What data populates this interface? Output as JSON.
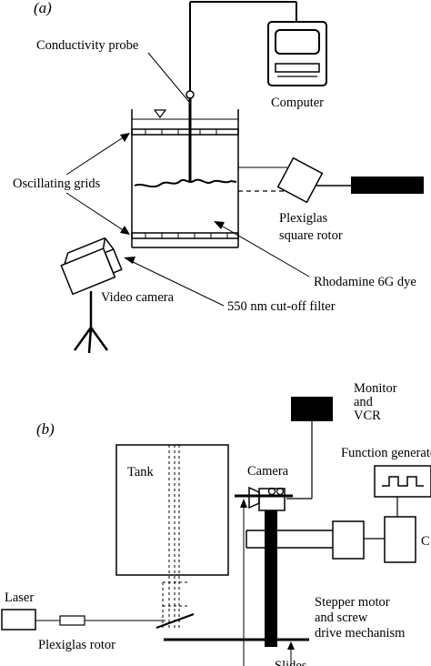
{
  "panel_a": {
    "panel_label": "(a)",
    "conductivity_probe": "Conductivity probe",
    "computer": "Computer",
    "oscillating_grids": "Oscillating grids",
    "plexiglas_rotor_line1": "Plexiglas",
    "plexiglas_rotor_line2": "square rotor",
    "rhodamine": "Rhodamine 6G dye",
    "video_camera": "Video camera",
    "filter": "550 nm cut-off filter"
  },
  "panel_b": {
    "panel_label": "(b)",
    "monitor_line1": "Monitor",
    "monitor_line2": "and",
    "monitor_line3": "VCR",
    "function_generator": "Function generator",
    "tank": "Tank",
    "camera": "Camera",
    "controller_letter": "C",
    "laser": "Laser",
    "stepper_line1": "Stepper motor",
    "stepper_line2": "and screw",
    "stepper_line3": "drive mechanism",
    "plexiglas_rotor": "Plexiglas rotor",
    "slides": "Slides"
  }
}
